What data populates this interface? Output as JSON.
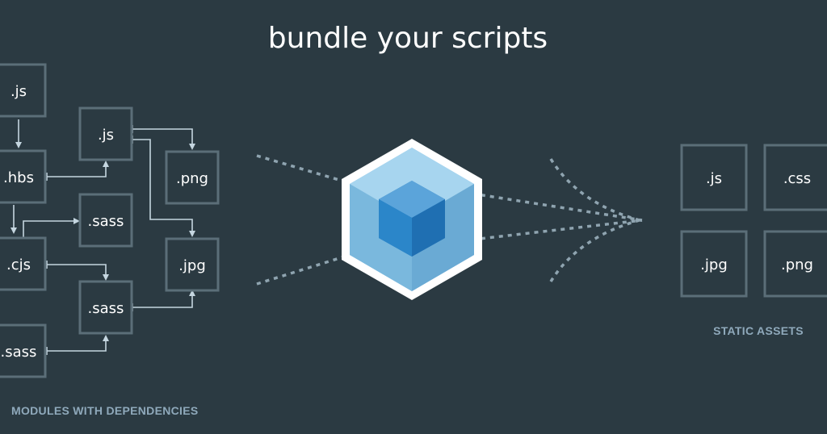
{
  "title": "bundle your scripts",
  "modules": {
    "caption": "MODULES WITH DEPENDENCIES",
    "items": [
      ".js",
      ".hbs",
      ".cjs",
      ".sass",
      ".js",
      ".sass",
      ".sass",
      ".png",
      ".jpg"
    ]
  },
  "assets": {
    "caption": "STATIC ASSETS",
    "items": [
      ".js",
      ".css",
      ".jpg",
      ".png"
    ]
  },
  "colors": {
    "background": "#2b3a42",
    "box_border": "#5b6e78",
    "connector": "#c5d6e0",
    "cube_outer": "#8dc6e7",
    "cube_inner": "#1c78c0",
    "caption": "#8fa9bb"
  },
  "icons": [
    "webpack-cube-icon"
  ]
}
